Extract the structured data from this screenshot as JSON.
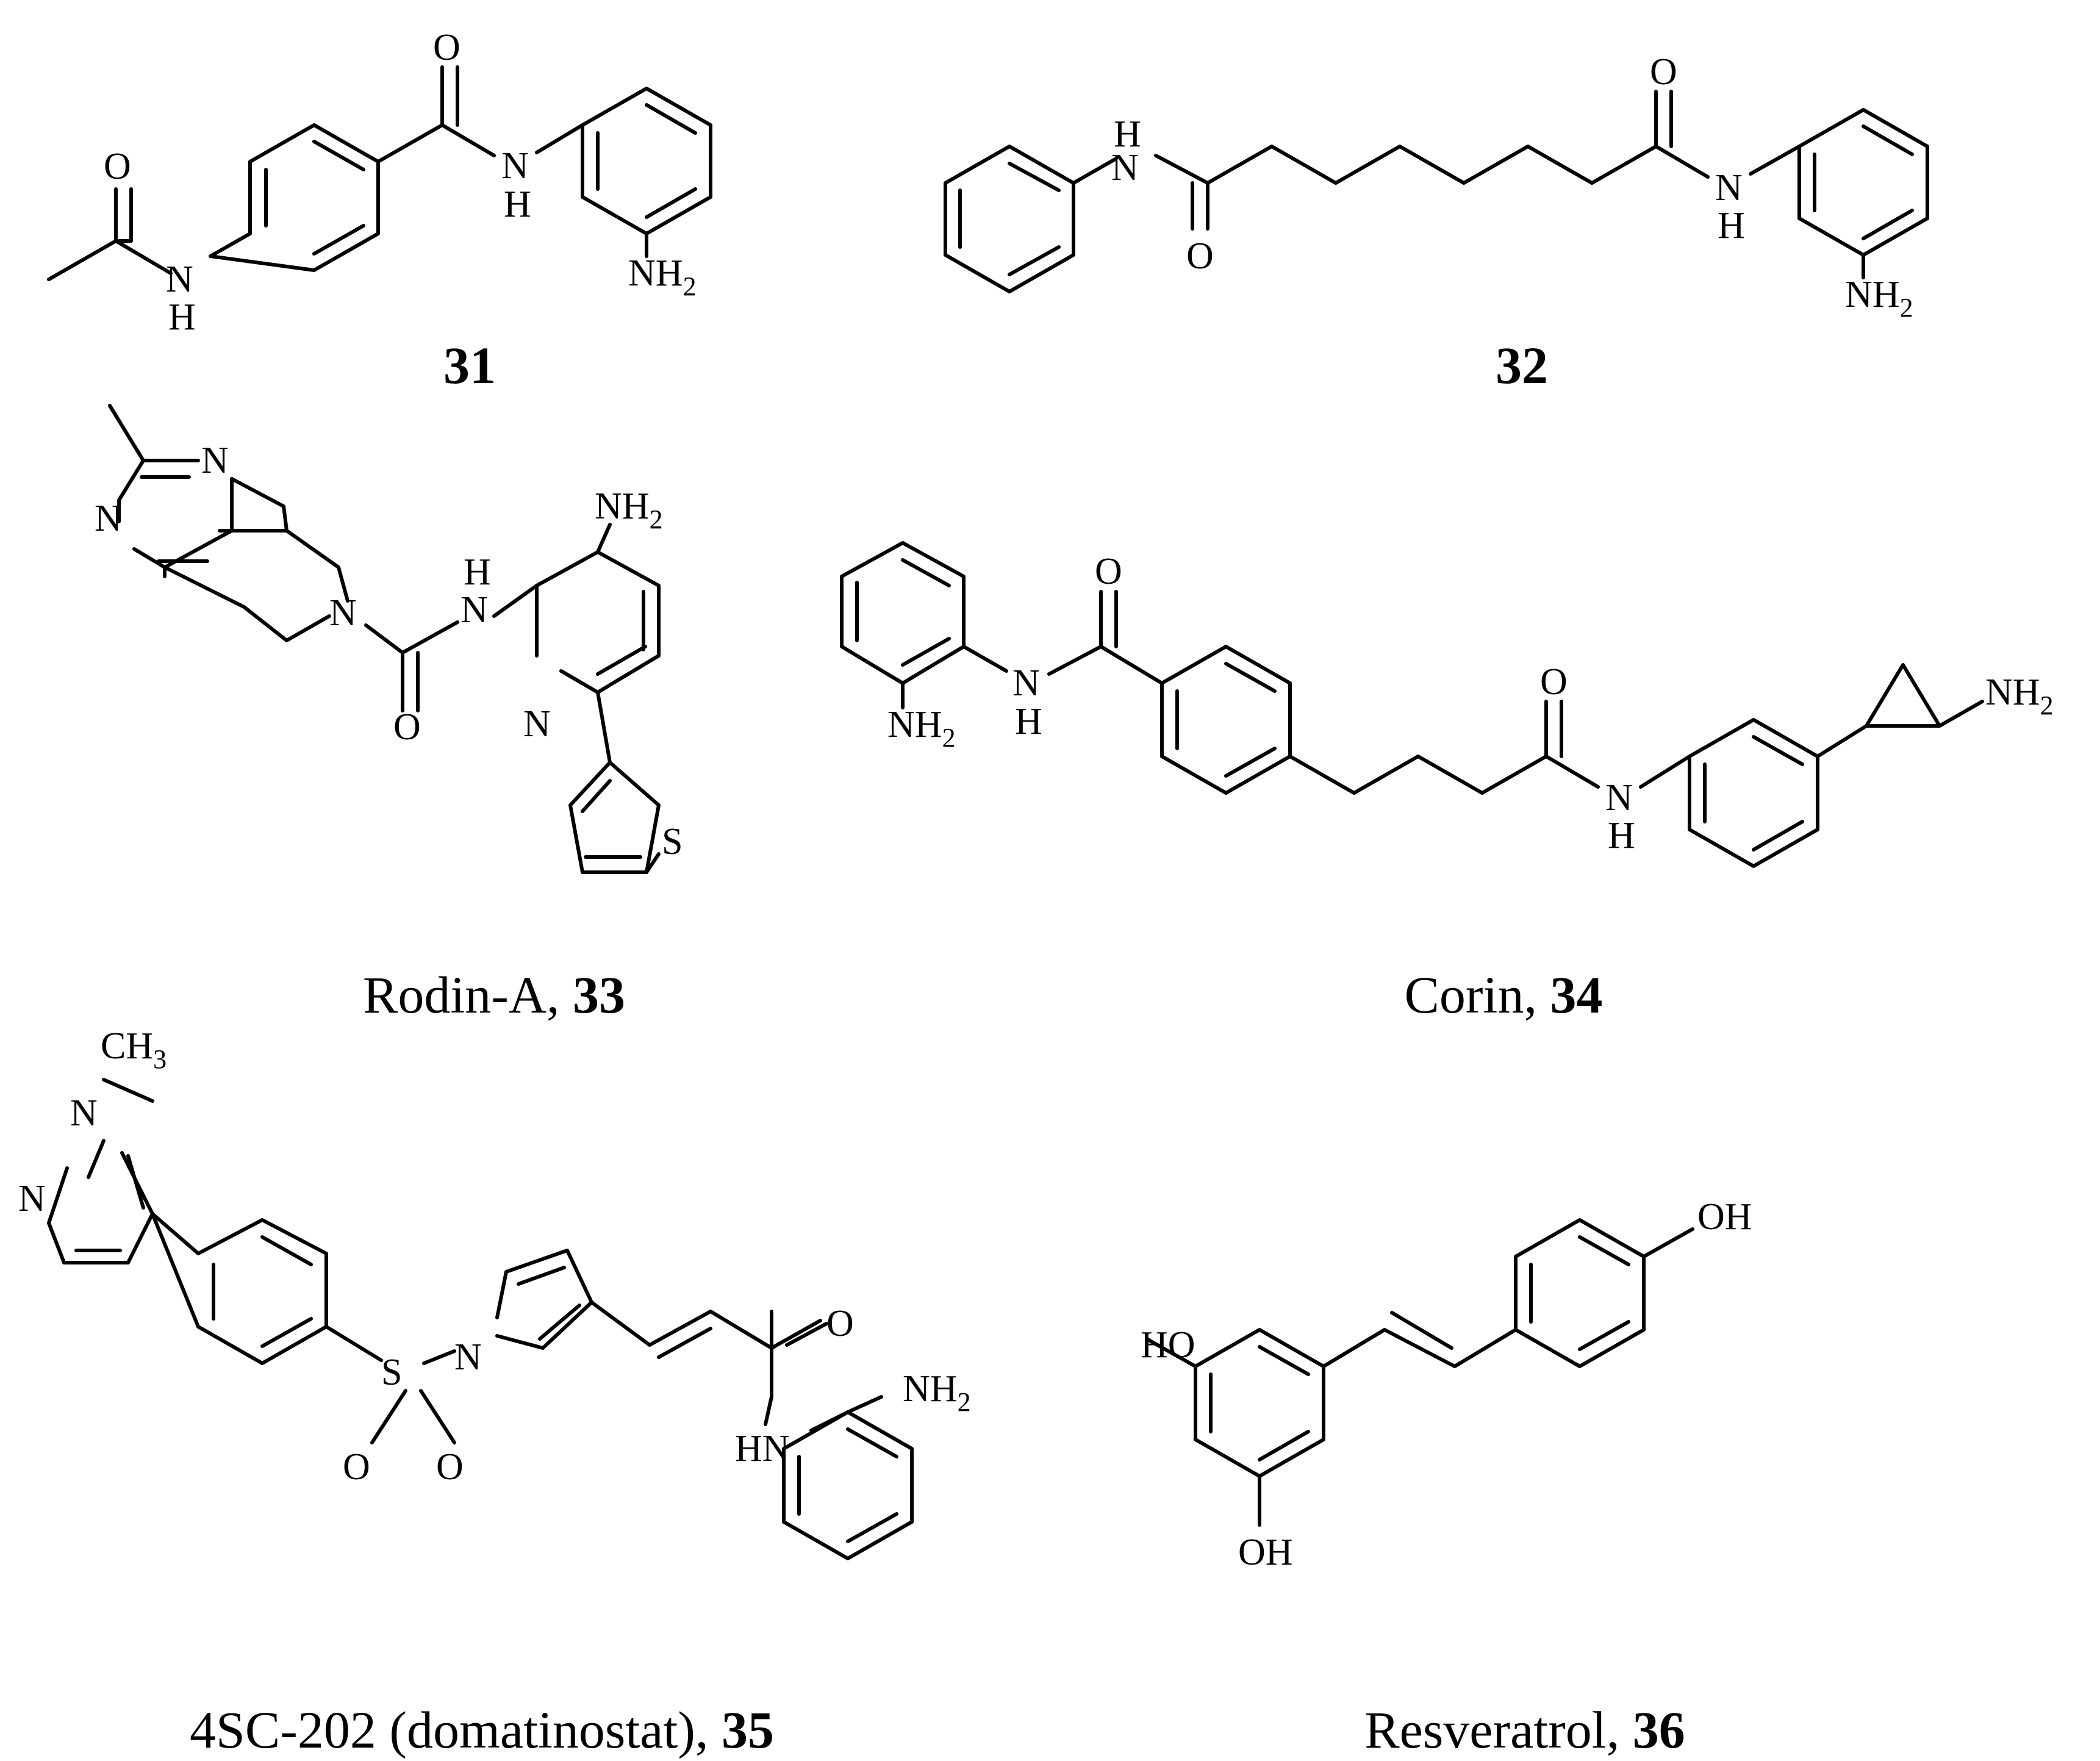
{
  "labels": {
    "n": "N",
    "h": "H",
    "o": "O",
    "s": "S",
    "nh2": "NH",
    "nh2_sub": "2",
    "hn": "HN",
    "ch3": "CH",
    "ch3_sub": "3",
    "oh": "OH",
    "ho": "HO"
  },
  "compounds": [
    {
      "id": "31",
      "name": "",
      "number": "31"
    },
    {
      "id": "32",
      "name": "",
      "number": "32"
    },
    {
      "id": "33",
      "name": "Rodin-A, ",
      "number": "33"
    },
    {
      "id": "34",
      "name": "Corin, ",
      "number": "34"
    },
    {
      "id": "35",
      "name": "4SC-202 (domatinostat), ",
      "number": "35"
    },
    {
      "id": "36",
      "name": "Resveratrol, ",
      "number": "36"
    }
  ]
}
